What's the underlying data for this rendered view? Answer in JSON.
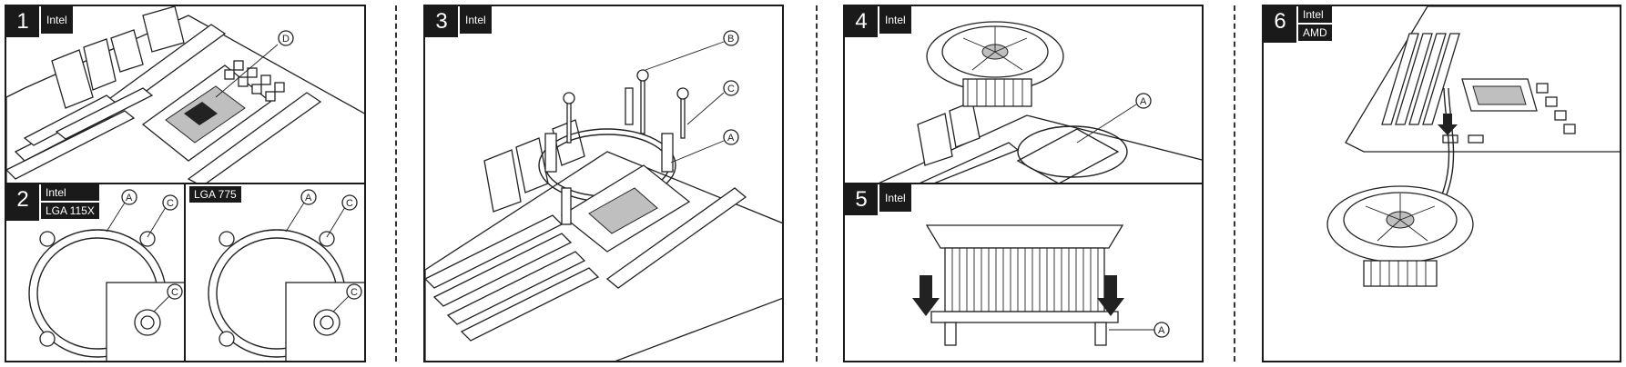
{
  "steps": [
    {
      "number": "1",
      "labels": [
        "Intel"
      ],
      "callouts": [
        "D"
      ]
    },
    {
      "number": "2",
      "labels": [
        "Intel",
        "LGA 115X"
      ],
      "callouts": [
        "A",
        "C",
        "C"
      ]
    },
    {
      "number": "",
      "labels": [
        "LGA 775"
      ],
      "callouts": [
        "A",
        "C",
        "C"
      ]
    },
    {
      "number": "3",
      "labels": [
        "Intel"
      ],
      "callouts": [
        "B",
        "C",
        "A"
      ]
    },
    {
      "number": "4",
      "labels": [
        "Intel"
      ],
      "callouts": [
        "A"
      ]
    },
    {
      "number": "5",
      "labels": [
        "Intel"
      ],
      "callouts": [
        "A"
      ]
    },
    {
      "number": "6",
      "labels": [
        "Intel",
        "AMD"
      ],
      "callouts": []
    }
  ]
}
